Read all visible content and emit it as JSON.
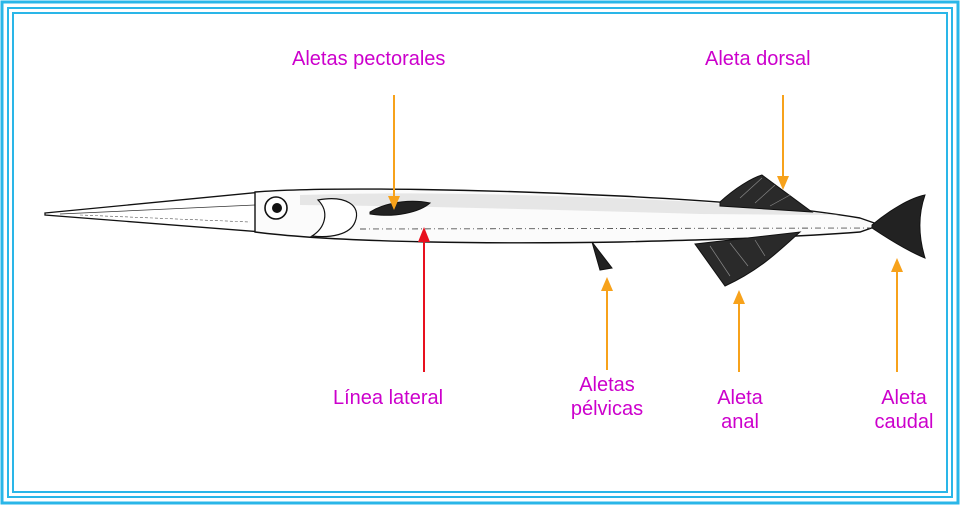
{
  "colors": {
    "frame": "#2ab6e8",
    "label": "#cc00cc",
    "arrow_fin": "#f7a21b",
    "arrow_lateral": "#e8101e"
  },
  "labels": {
    "aletas_pectorales": "Aletas pectorales",
    "aleta_dorsal": "Aleta dorsal",
    "linea_lateral": "Línea lateral",
    "aletas_pelvicas_1": "Aletas",
    "aletas_pelvicas_2": "pélvicas",
    "aleta_anal_1": "Aleta",
    "aleta_anal_2": "anal",
    "aleta_caudal_1": "Aleta",
    "aleta_caudal_2": "caudal"
  }
}
